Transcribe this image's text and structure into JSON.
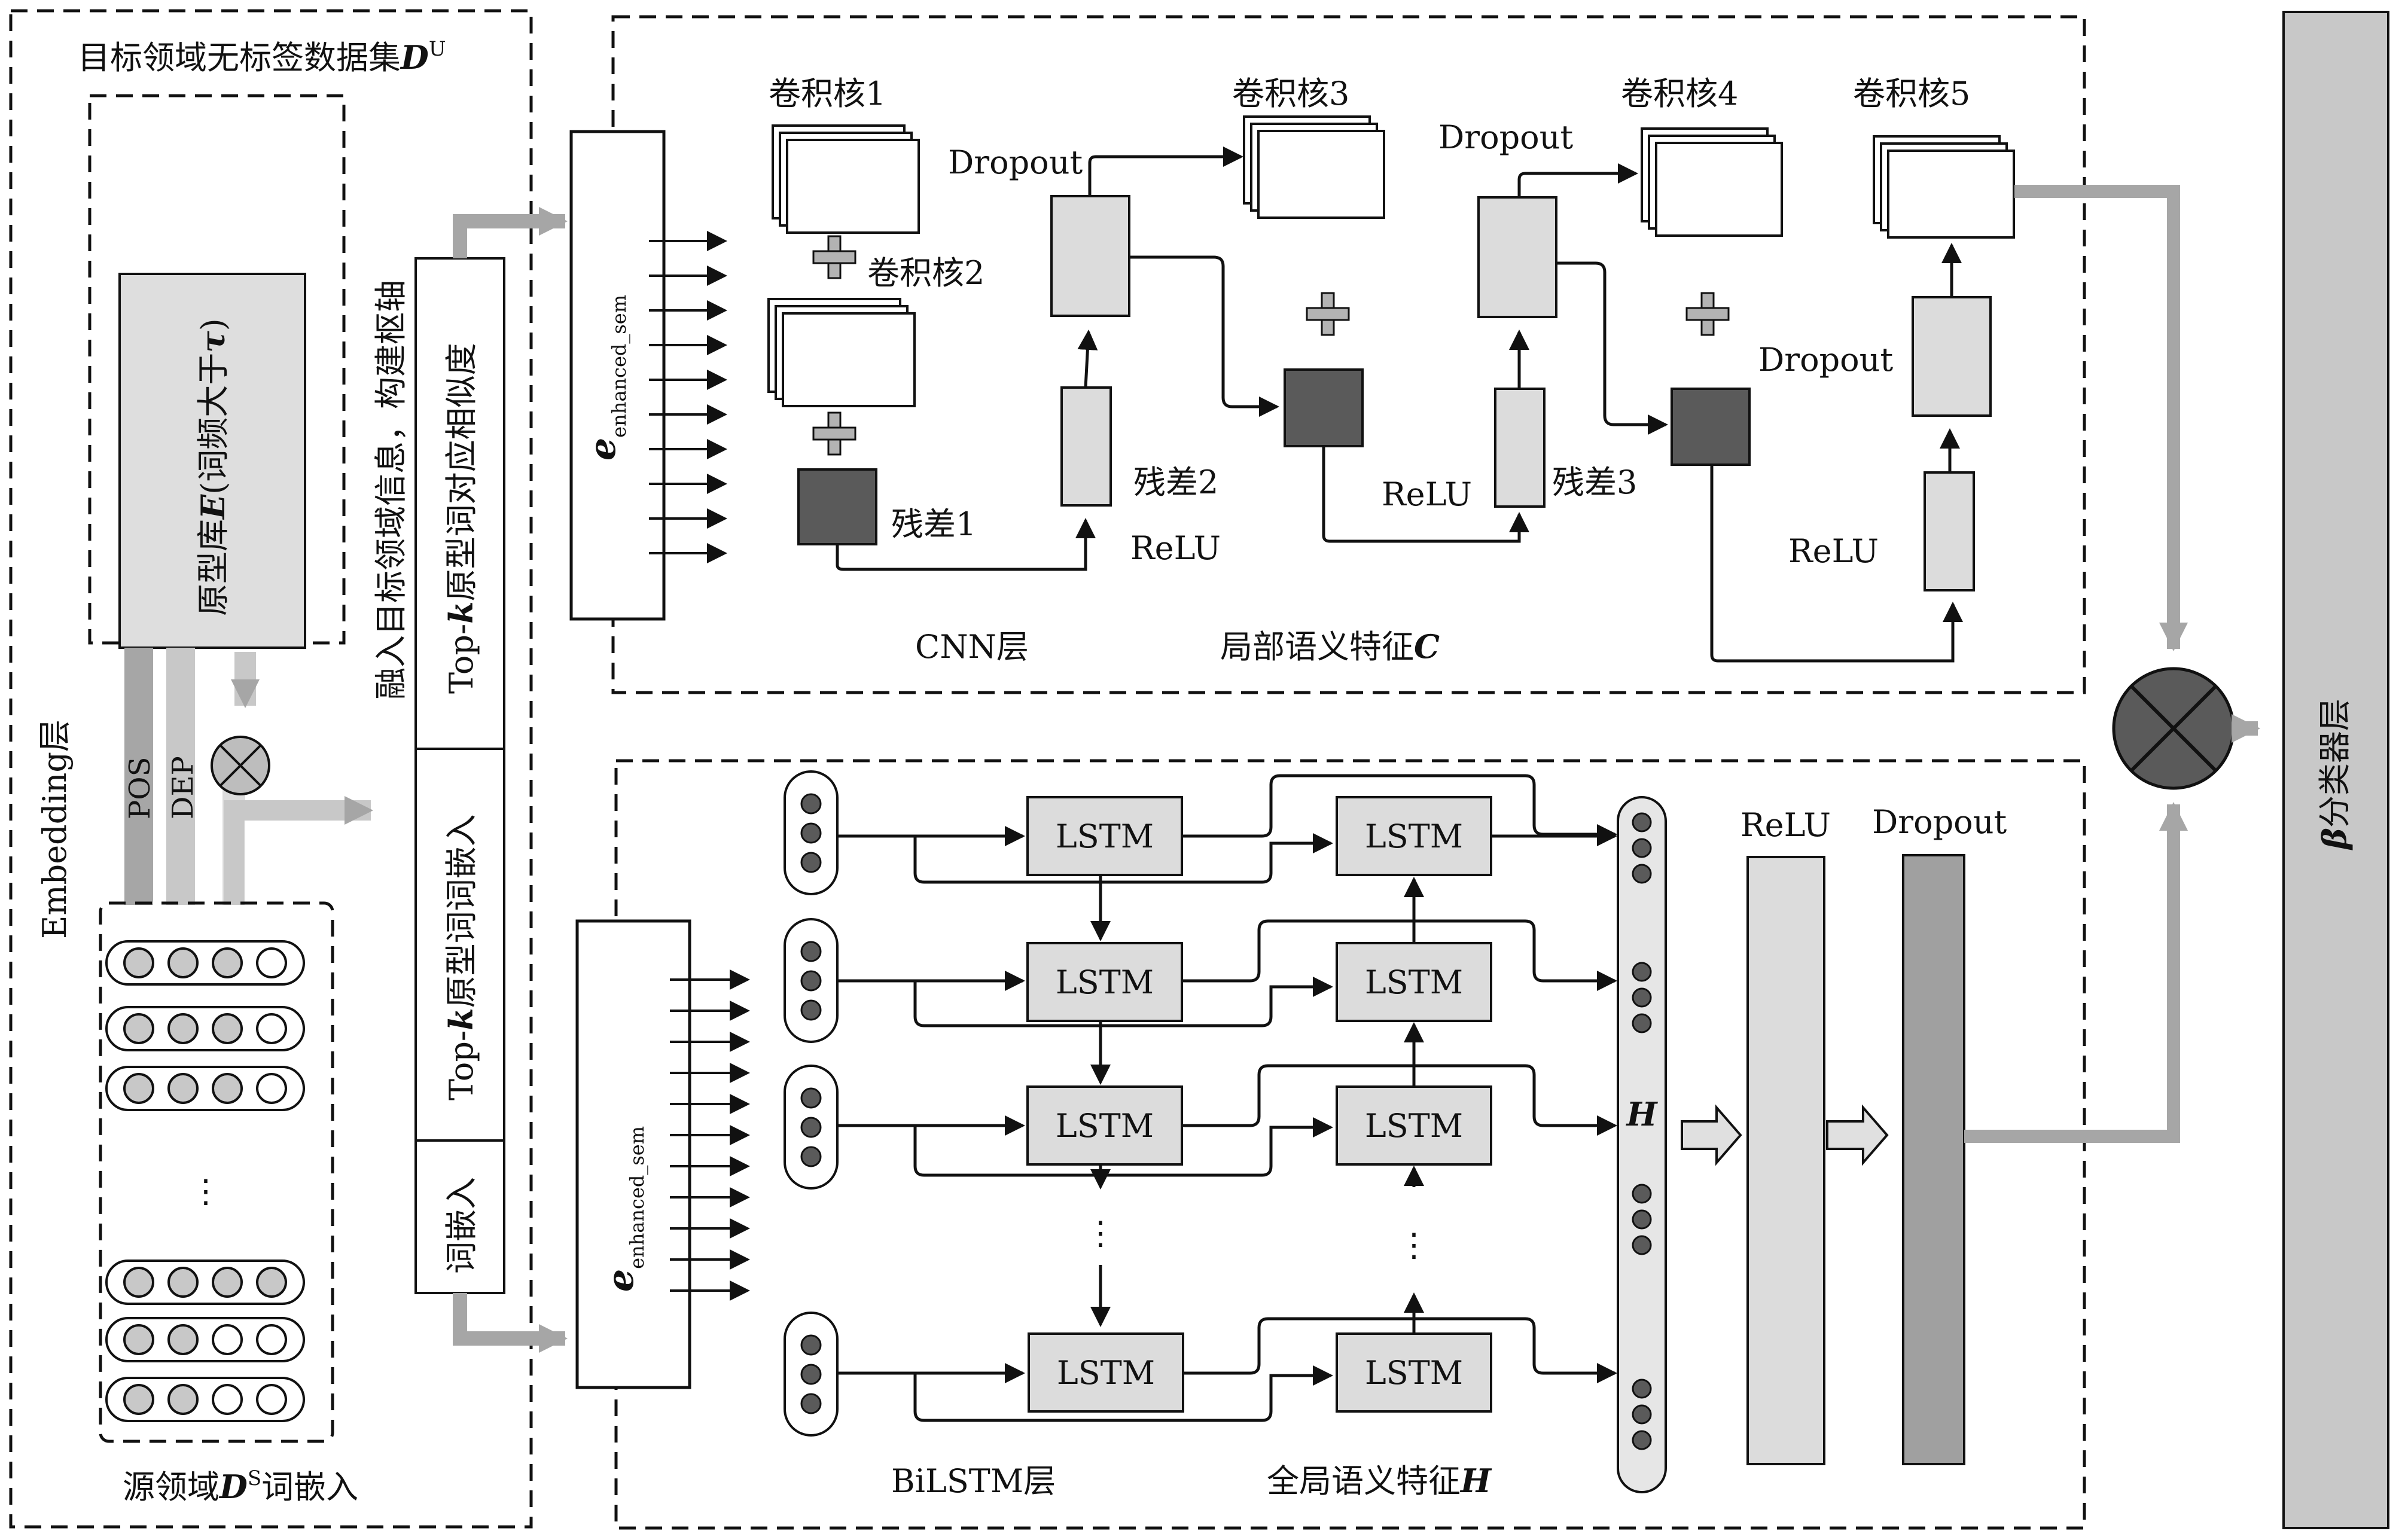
{
  "colors": {
    "light_gray": "#dedede",
    "mid_gray": "#b3b3b3",
    "dark_gray": "#5a5a5a",
    "arrow_gray": "#a6a6a6",
    "classifier_gray": "#c8c8c8",
    "dropout_bar": "#a0a0a0"
  },
  "left": {
    "target_dataset_text": "目标领域无标签数据集",
    "target_dataset_sym": "D",
    "target_dataset_sup": "U",
    "prototype_text_a": "原型库",
    "prototype_sym": "E",
    "prototype_text_b": "(词频大于",
    "prototype_tau": "τ",
    "prototype_text_c": ")",
    "pos_label": "POS",
    "dep_label": "DEP",
    "embedding_layer": "Embedding层",
    "ellipsis": "⋮",
    "source_text_a": "源领域",
    "source_sym": "D",
    "source_sup": "S",
    "source_text_b": "词嵌入"
  },
  "middle": {
    "fuse_label": "融入目标领域信息，构建枢轴",
    "topk_sim_a": "Top-",
    "topk_sim_k": "k",
    "topk_sim_b": "原型词对应相似度",
    "topk_emb_a": "Top-",
    "topk_emb_k": "k",
    "topk_emb_b": "原型词词嵌入",
    "word_emb": "词嵌入"
  },
  "cnn": {
    "e_sym": "e",
    "e_sub": "enhanced_sem",
    "kernel1": "卷积核1",
    "kernel2": "卷积核2",
    "kernel3": "卷积核3",
    "kernel4": "卷积核4",
    "kernel5": "卷积核5",
    "dropout_1": "Dropout",
    "dropout_2": "Dropout",
    "dropout_3": "Dropout",
    "residual1": "残差1",
    "residual2": "残差2",
    "residual3": "残差3",
    "relu_1": "ReLU",
    "relu_2": "ReLU",
    "relu_3": "ReLU",
    "cnn_layer": "CNN层",
    "local_feature_text": "局部语义特征",
    "local_feature_sym": "C"
  },
  "bilstm": {
    "e_sym": "e",
    "e_sub": "enhanced_sem",
    "lstm_label": "LSTM",
    "h_sym": "H",
    "relu": "ReLU",
    "dropout": "Dropout",
    "ellipsis": "⋮",
    "bilstm_layer": "BiLSTM层",
    "global_feature_text": "全局语义特征",
    "global_feature_sym": "H"
  },
  "classifier": {
    "beta": "β",
    "label": "分类器层"
  }
}
